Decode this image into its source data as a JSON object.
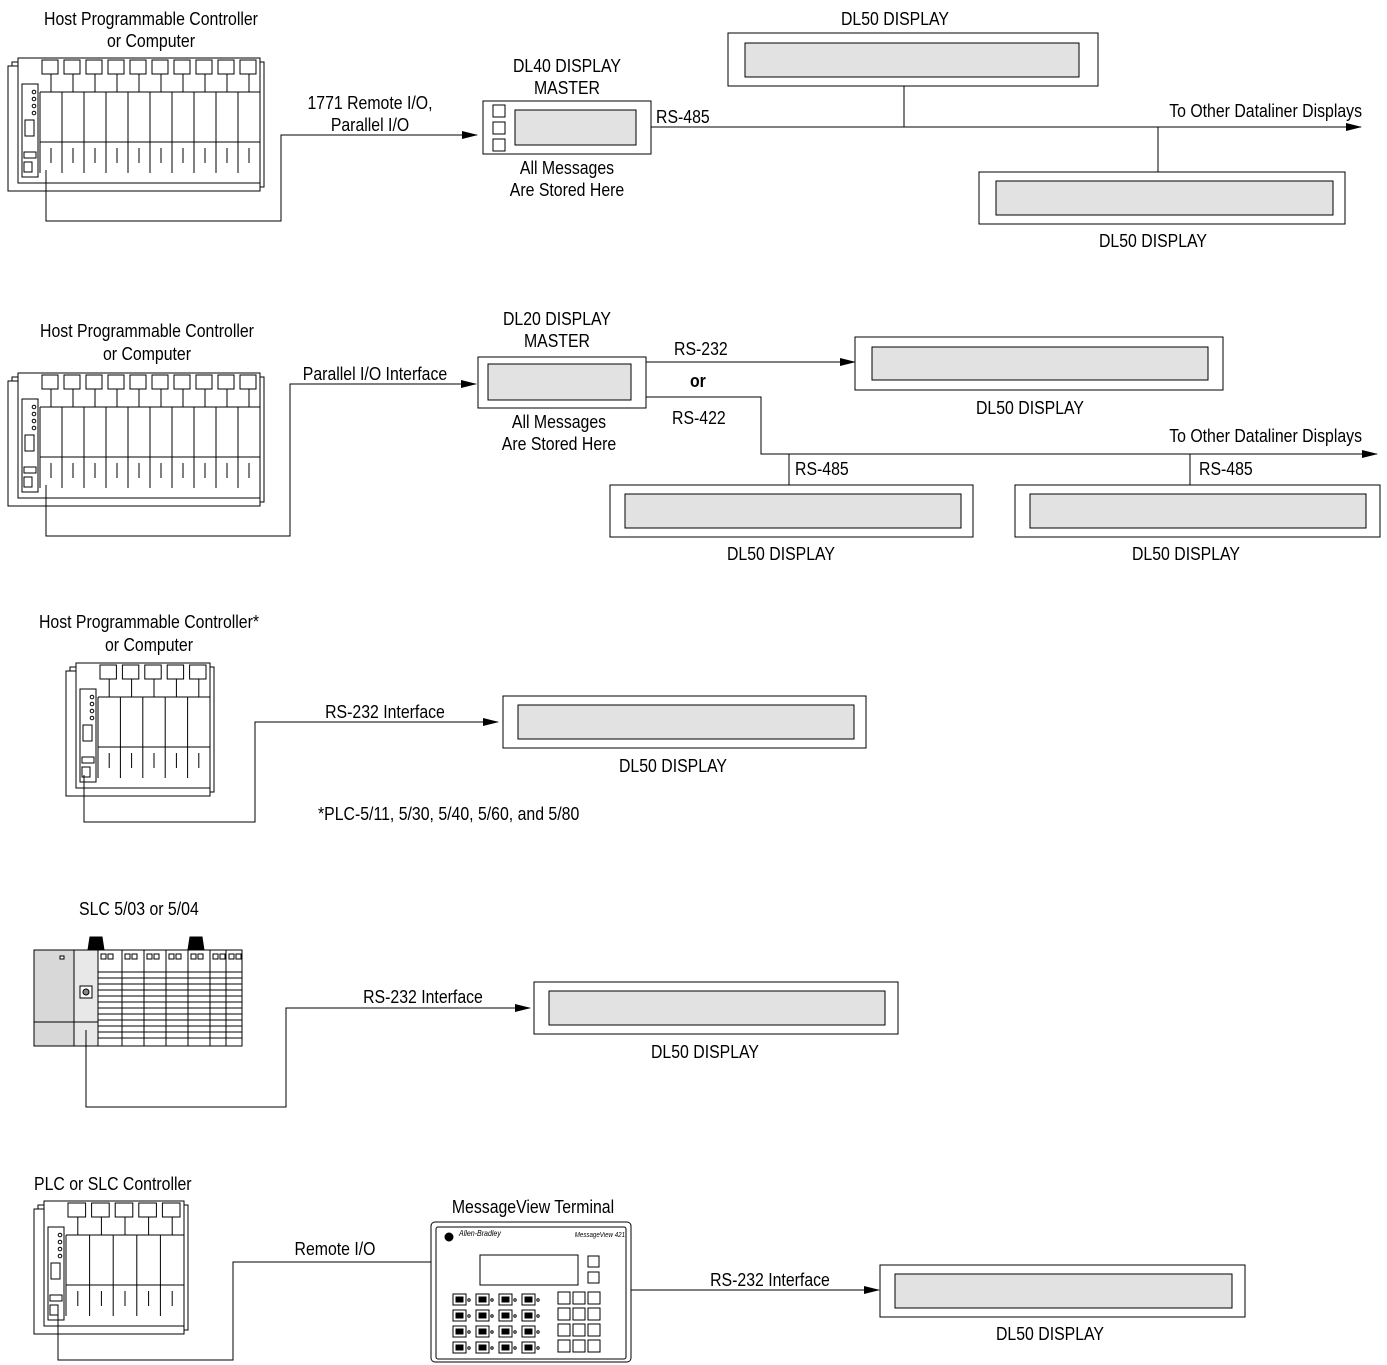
{
  "colors": {
    "line": "#000000",
    "display_fill": "#e2e2e2",
    "rack_fill": "#ffffff",
    "slc_fill": "#d8d8d8"
  },
  "section1": {
    "host_line1": "Host Programmable Controller",
    "host_line2": "or Computer",
    "link_line1": "1771 Remote I/O,",
    "link_line2": "Parallel I/O",
    "master_line1": "DL40 DISPLAY",
    "master_line2": "MASTER",
    "stored_line1": "All Messages",
    "stored_line2": "Are Stored Here",
    "bus_label": "RS-485",
    "other_label": "To Other Dataliner Displays",
    "display_top_label": "DL50 DISPLAY",
    "display_bottom_label": "DL50 DISPLAY"
  },
  "section2": {
    "host_line1": "Host Programmable Controller",
    "host_line2": "or Computer",
    "link_label": "Parallel I/O Interface",
    "master_line1": "DL20 DISPLAY",
    "master_line2": "MASTER",
    "stored_line1": "All Messages",
    "stored_line2": "Are Stored Here",
    "rs232_label": "RS-232",
    "or_label": "or",
    "rs422_label": "RS-422",
    "other_label": "To Other Dataliner Displays",
    "drop1_label": "RS-485",
    "drop2_label": "RS-485",
    "display_right_label": "DL50 DISPLAY",
    "display_left_label": "DL50 DISPLAY",
    "display_far_label": "DL50 DISPLAY"
  },
  "section3": {
    "host_line1": "Host Programmable Controller*",
    "host_line2": "or Computer",
    "link_label": "RS-232 Interface",
    "display_label": "DL50 DISPLAY",
    "footnote": "*PLC-5/11, 5/30, 5/40, 5/60, and 5/80"
  },
  "section4": {
    "controller_label": "SLC 5/03 or 5/04",
    "link_label": "RS-232 Interface",
    "display_label": "DL50 DISPLAY"
  },
  "section5": {
    "controller_label": "PLC or SLC Controller",
    "link_label": "Remote I/O",
    "terminal_label": "MessageView Terminal",
    "terminal_brand": "Allen-Bradley",
    "terminal_model": "MessageView 421",
    "interface_label": "RS-232 Interface",
    "display_label": "DL50 DISPLAY"
  }
}
